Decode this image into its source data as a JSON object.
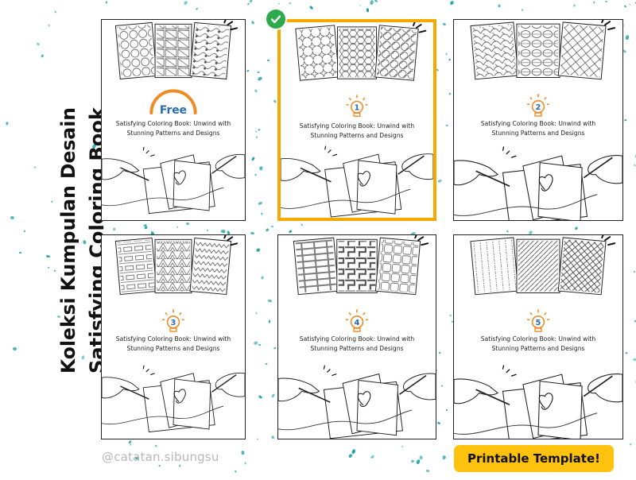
{
  "side_title": {
    "line1": "Koleksi Kumpulan Desain",
    "line2": "Satisfying Coloring Book"
  },
  "cards": [
    {
      "marker": "Free",
      "patterns": [
        "circles",
        "diagonal-blocks",
        "waves"
      ],
      "subtitle_line1": "Satisfying Coloring Book: Unwind with",
      "subtitle_line2": "Stunning Patterns and Designs",
      "selected": false
    },
    {
      "marker": "1",
      "patterns": [
        "stars",
        "hexagons",
        "lattice"
      ],
      "subtitle_line1": "Satisfying Coloring Book: Unwind with",
      "subtitle_line2": "Stunning Patterns and Designs",
      "selected": true
    },
    {
      "marker": "2",
      "patterns": [
        "scales",
        "ovals",
        "argyle"
      ],
      "subtitle_line1": "Satisfying Coloring Book: Unwind with",
      "subtitle_line2": "Stunning Patterns and Designs",
      "selected": false
    },
    {
      "marker": "3",
      "patterns": [
        "stripes-squares",
        "triangles",
        "zigzag"
      ],
      "subtitle_line1": "Satisfying Coloring Book: Unwind with",
      "subtitle_line2": "Stunning Patterns and Designs",
      "selected": false
    },
    {
      "marker": "4",
      "patterns": [
        "bricks",
        "maze",
        "rounded-squares"
      ],
      "subtitle_line1": "Satisfying Coloring Book: Unwind with",
      "subtitle_line2": "Stunning Patterns and Designs",
      "selected": false
    },
    {
      "marker": "5",
      "patterns": [
        "dotted-lines",
        "diagonal-lines",
        "crosshatch"
      ],
      "subtitle_line1": "Satisfying Coloring Book: Unwind with",
      "subtitle_line2": "Stunning Patterns and Designs",
      "selected": false
    }
  ],
  "credit": "@catatan.sibungsu",
  "badge": "Printable Template!",
  "colors": {
    "accent_orange": "#f08a24",
    "number_blue": "#2b6cb0",
    "selected_border": "#f5a800",
    "check_green": "#2daa4c",
    "badge_yellow": "#ffc20e",
    "speck_teal": "#1aa3a8"
  },
  "icons": {
    "check": "check-circle-icon",
    "bulb": "lightbulb-icon",
    "sparkle": "sparkle-icon"
  }
}
